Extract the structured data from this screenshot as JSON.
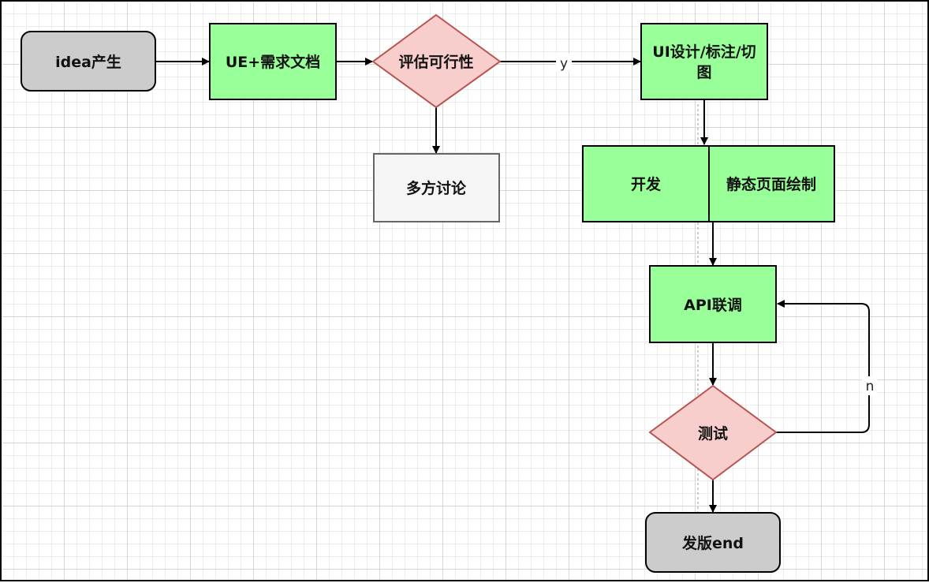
{
  "nodes": {
    "idea": "idea产生",
    "ue_doc": "UE+需求文档",
    "evaluate": "评估可行性",
    "discuss": "多方讨论",
    "ui_design_line1": "UI设计/标注/切",
    "ui_design_line2": "图",
    "dev": "开发",
    "static_page": "静态页面绘制",
    "api": "API联调",
    "test": "测试",
    "release": "发版end"
  },
  "edge_labels": {
    "yes": "y",
    "no": "n"
  },
  "colors": {
    "green_fill": "#99ff99",
    "gray_fill": "#cccccc",
    "light_gray_fill": "#f5f5f5",
    "diamond_fill": "#f8cecc",
    "diamond_stroke": "#b85450"
  }
}
